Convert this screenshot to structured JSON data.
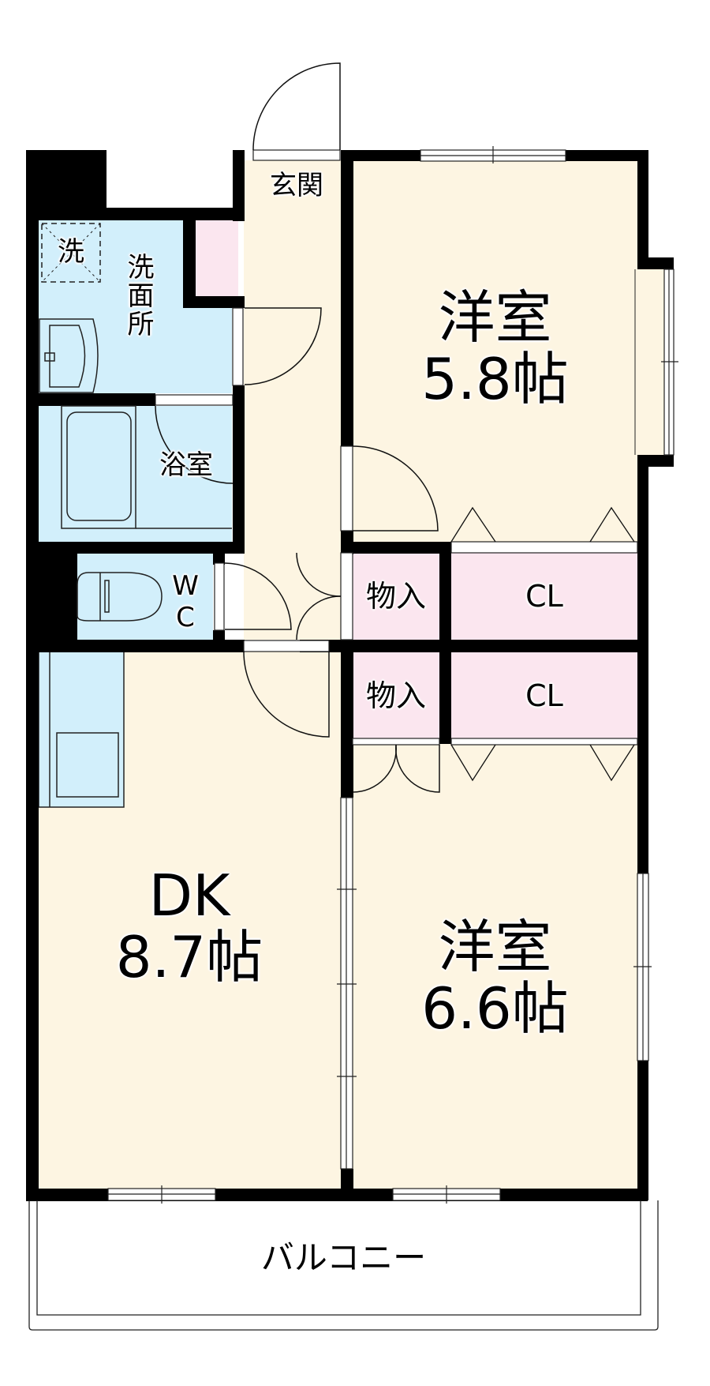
{
  "floorplan": {
    "colors": {
      "room_fill": "#fdf5e2",
      "wet_fill": "#d2effb",
      "storage_fill": "#fbe6ef",
      "wall": "#000000",
      "balcony_fill": "#ffffff"
    },
    "rooms": {
      "western_room_1": {
        "name": "洋室",
        "size": "5.8帖"
      },
      "western_room_2": {
        "name": "洋室",
        "size": "6.6帖"
      },
      "dk": {
        "name": "DK",
        "size": "8.7帖"
      },
      "entrance": {
        "name": "玄関"
      },
      "washroom": {
        "name": "洗面所"
      },
      "washer_space": {
        "name": "洗"
      },
      "bathroom": {
        "name": "浴室"
      },
      "toilet": {
        "name": "W C",
        "line1": "W",
        "line2": "C"
      },
      "storage_1": {
        "name": "物入"
      },
      "storage_2": {
        "name": "物入"
      },
      "closet_1": {
        "name": "CL"
      },
      "closet_2": {
        "name": "CL"
      },
      "balcony": {
        "name": "バルコニー"
      }
    }
  }
}
